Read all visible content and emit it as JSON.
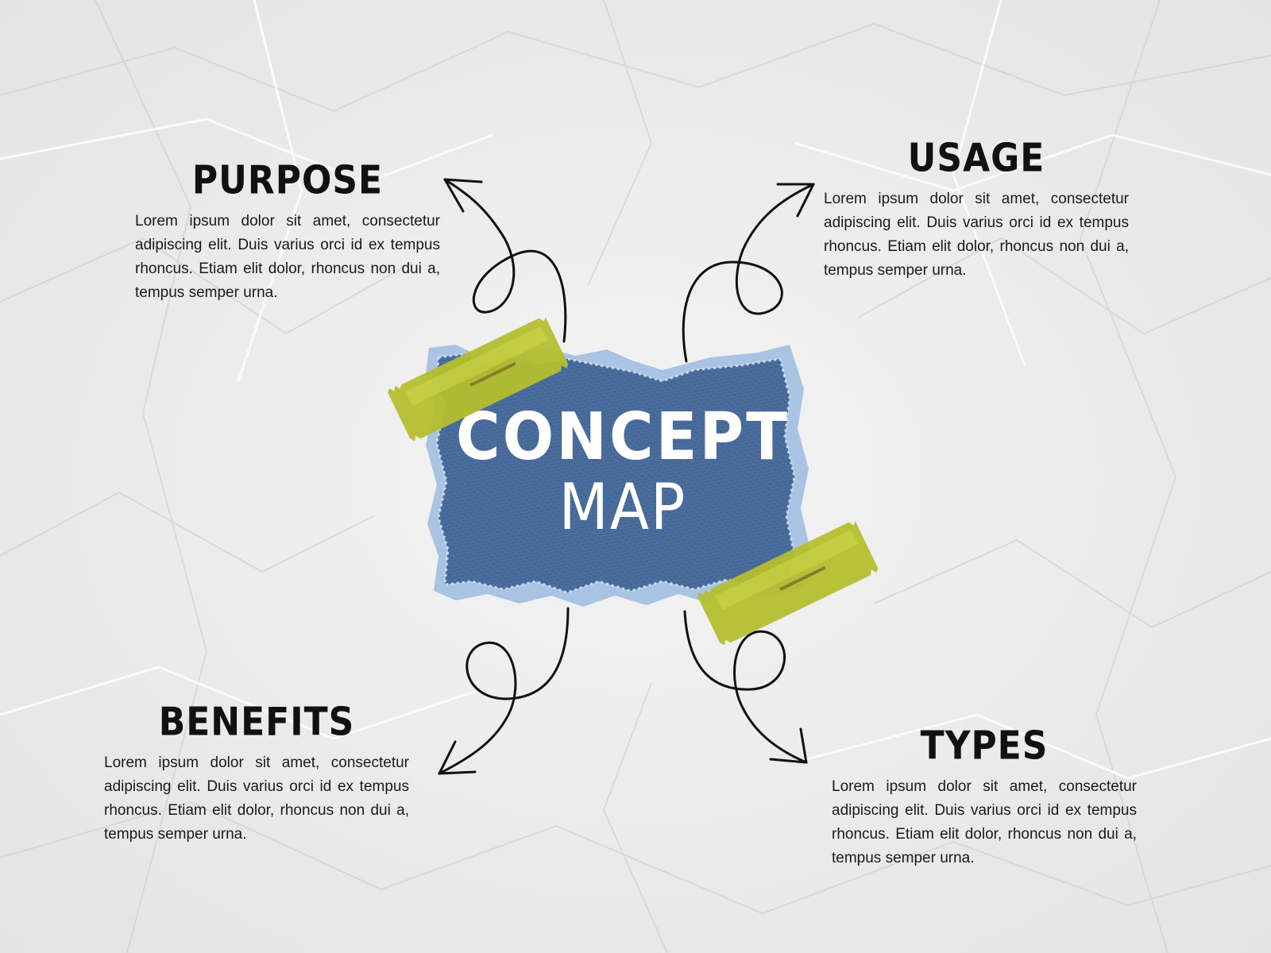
{
  "center": {
    "line1": "CONCEPT",
    "line2": "MAP"
  },
  "nodes": {
    "purpose": {
      "title": "PURPOSE",
      "body": "Lorem ipsum dolor sit amet, consectetur adipiscing elit. Duis varius orci id ex tempus rhoncus. Etiam elit dolor, rhoncus non dui a, tempus semper urna."
    },
    "usage": {
      "title": "USAGE",
      "body": "Lorem ipsum dolor sit amet, consectetur adipiscing elit. Duis varius orci id ex tempus rhoncus. Etiam elit dolor, rhoncus non dui a, tempus semper urna."
    },
    "benefits": {
      "title": "BENEFITS",
      "body": "Lorem ipsum dolor sit amet, consectetur adipiscing elit. Duis varius orci id ex tempus rhoncus. Etiam elit dolor, rhoncus non dui a, tempus semper urna."
    },
    "types": {
      "title": "TYPES",
      "body": "Lorem ipsum dolor sit amet, consectetur adipiscing elit. Duis varius orci id ex tempus rhoncus. Etiam elit dolor, rhoncus non dui a, tempus semper urna."
    }
  },
  "colors": {
    "paper": "#eeeeee",
    "denim": "#4a6e9e",
    "tape": "#b8c232",
    "ink": "#111111"
  }
}
